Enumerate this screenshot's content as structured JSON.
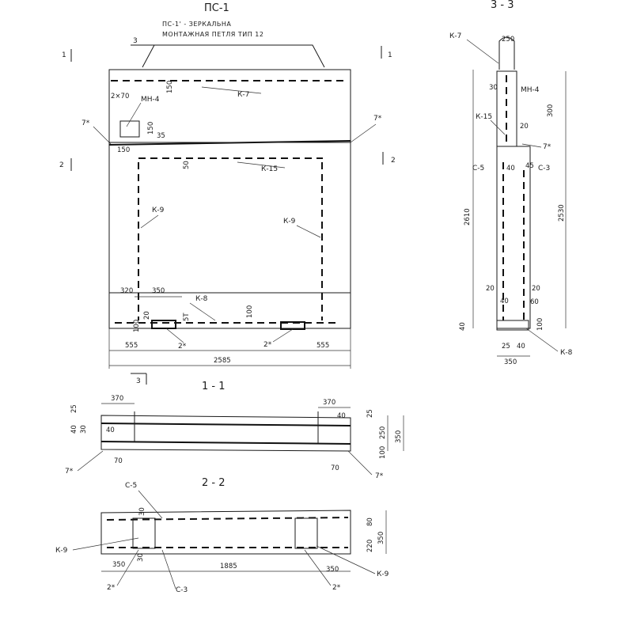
{
  "titles": {
    "main": "ПС-1",
    "note1": "ПС-1' - ЗЕРКАЛЬНА",
    "note2": "МОНТАЖНАЯ ПЕТЛЯ ТИП 12",
    "section_33": "3 - 3",
    "section_11": "1 - 1",
    "section_22": "2 - 2"
  },
  "cuts": {
    "c3": "3",
    "c1": "1",
    "c2": "2"
  },
  "main_view": {
    "labels": [
      "К-7",
      "МН-4",
      "7*",
      "7*",
      "К-15",
      "К-9",
      "К-9",
      "К-8",
      "2*",
      "2*"
    ],
    "dims": [
      "2×70",
      "150",
      "150",
      "35",
      "150",
      "50",
      "320",
      "350",
      "100",
      "20",
      "100",
      "5Т",
      "555",
      "555",
      "2585"
    ]
  },
  "section_33_view": {
    "labels": [
      "К-7",
      "МН-4",
      "К-15",
      "С-5",
      "С-3",
      "7*",
      "К-8"
    ],
    "dims": [
      "250",
      "30",
      "300",
      "20",
      "40",
      "45",
      "2610",
      "2530",
      "20",
      "20",
      "40",
      "60",
      "40",
      "25",
      "40",
      "100",
      "350"
    ]
  },
  "section_11_view": {
    "labels": [
      "7*",
      "7*"
    ],
    "dims": [
      "370",
      "370",
      "25",
      "40",
      "30",
      "40",
      "70",
      "40",
      "25",
      "250",
      "350",
      "100",
      "70"
    ]
  },
  "section_22_view": {
    "labels": [
      "С-5",
      "К-9",
      "К-9",
      "2*",
      "С-3",
      "2*"
    ],
    "dims": [
      "30",
      "350",
      "30",
      "1885",
      "350",
      "220",
      "80",
      "350"
    ]
  }
}
